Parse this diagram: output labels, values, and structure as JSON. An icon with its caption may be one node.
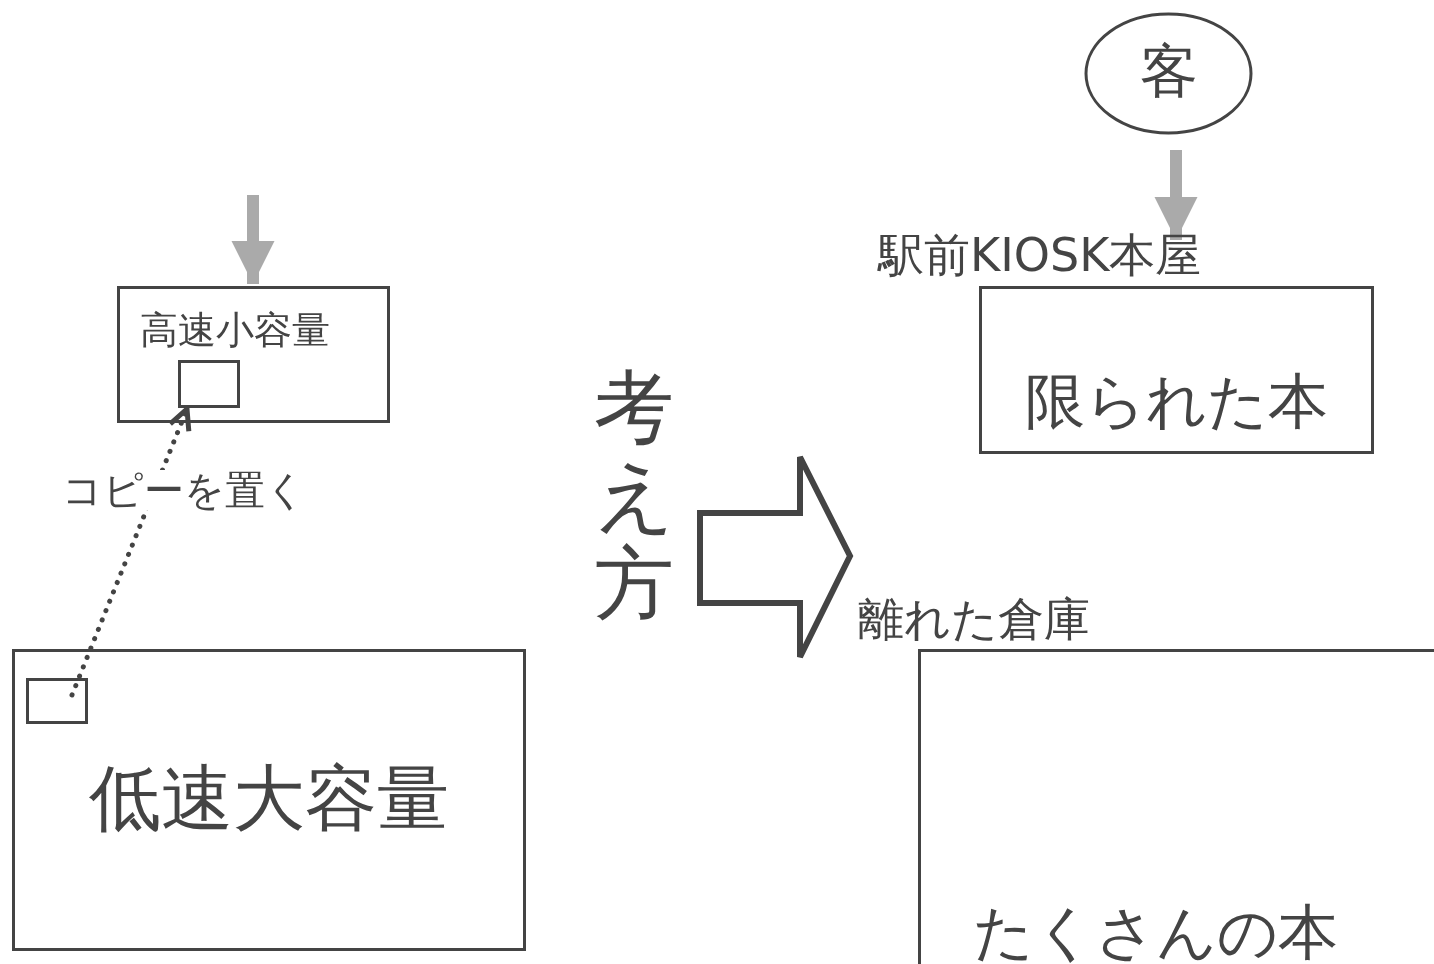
{
  "diagram": {
    "nodes": [
      {
        "text": [
          "高速小容量"
        ]
      },
      {
        "text": [],
        "shape": "box",
        "in": 0
      },
      {
        "text": [
          "低速大容量"
        ]
      },
      {
        "text": [],
        "shape": "box",
        "in": 2
      },
      {
        "text": [
          "考え方"
        ]
      },
      {
        "text": [
          "客"
        ]
      },
      {
        "text": [
          "駅前KIOSK本屋",
          "限られた本"
        ]
      },
      {
        "text": [
          "離れた倉庫",
          "たくさんの本"
        ]
      }
    ],
    "edges": [
      {
        "from": null,
        "to": 0,
        "arrow": "to"
      },
      {
        "from": 3,
        "to": 1,
        "arrow": "to",
        "style": "dashed",
        "color": "#444444",
        "label": "コピーを置く"
      },
      {
        "from": 5,
        "to": 6,
        "arrow": "to"
      }
    ]
  }
}
